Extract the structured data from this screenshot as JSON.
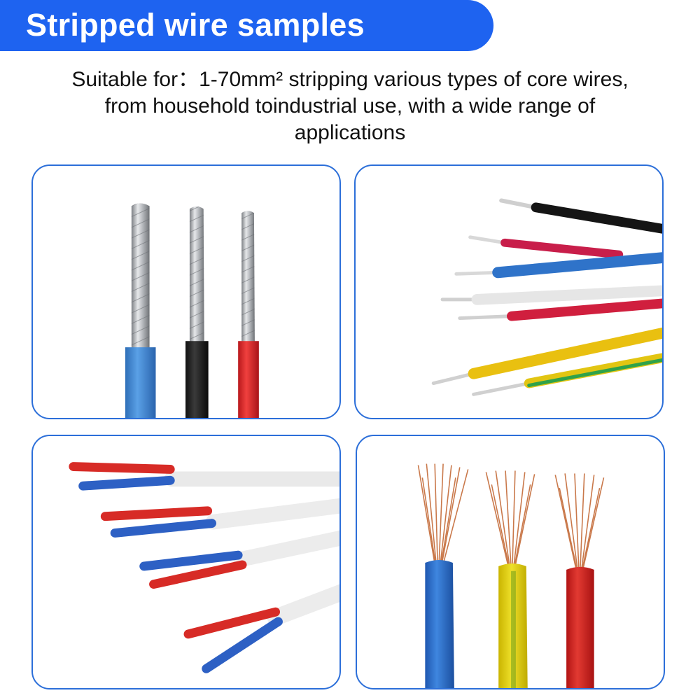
{
  "header": {
    "title": "Stripped wire samples",
    "accent_color": "#1e63f0"
  },
  "description": {
    "line1": "Suitable for：1-70mm² stripping various types of core wires,",
    "line2": "from household toindustrial use, with a wide range of",
    "line3": "applications"
  },
  "panels": [
    {
      "name": "single-core-aluminum-wires",
      "icon": "stranded-aluminum-wire-photo"
    },
    {
      "name": "colored-stripped-wires",
      "icon": "multi-color-wire-photo"
    },
    {
      "name": "twin-core-sheathed-cables",
      "icon": "twin-core-cable-photo"
    },
    {
      "name": "copper-stranded-wires",
      "icon": "stranded-copper-wire-photo"
    }
  ]
}
